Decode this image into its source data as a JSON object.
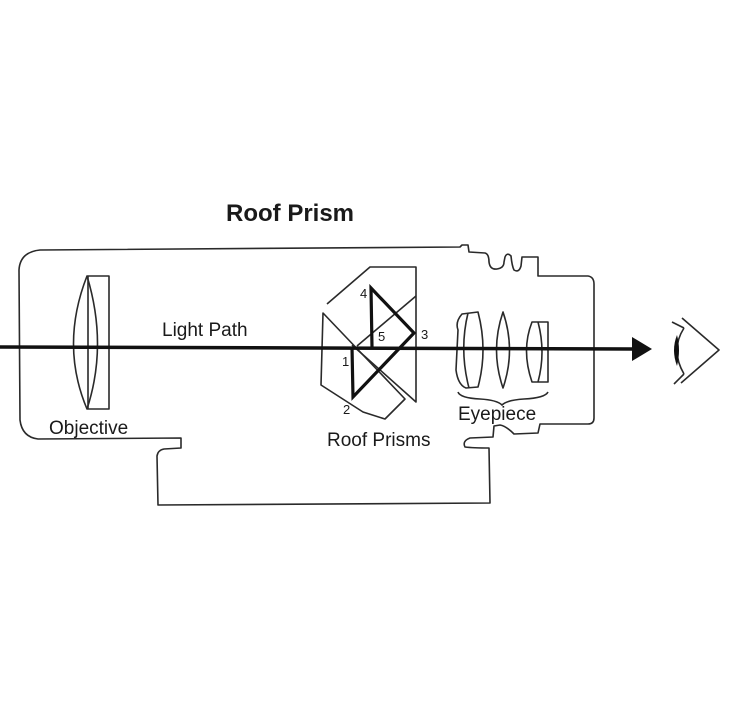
{
  "diagram": {
    "title": "Roof Prism",
    "labels": {
      "light_path": "Light Path",
      "objective": "Objective",
      "roof_prisms": "Roof Prisms",
      "eyepiece": "Eyepiece"
    },
    "reflection_points": [
      "1",
      "2",
      "3",
      "4",
      "5"
    ],
    "components": [
      "housing",
      "objective-lens",
      "roof-prisms",
      "eyepiece-lenses",
      "light-path-arrow",
      "eye"
    ],
    "colors": {
      "background": "#ffffff",
      "line": "#111111"
    }
  }
}
